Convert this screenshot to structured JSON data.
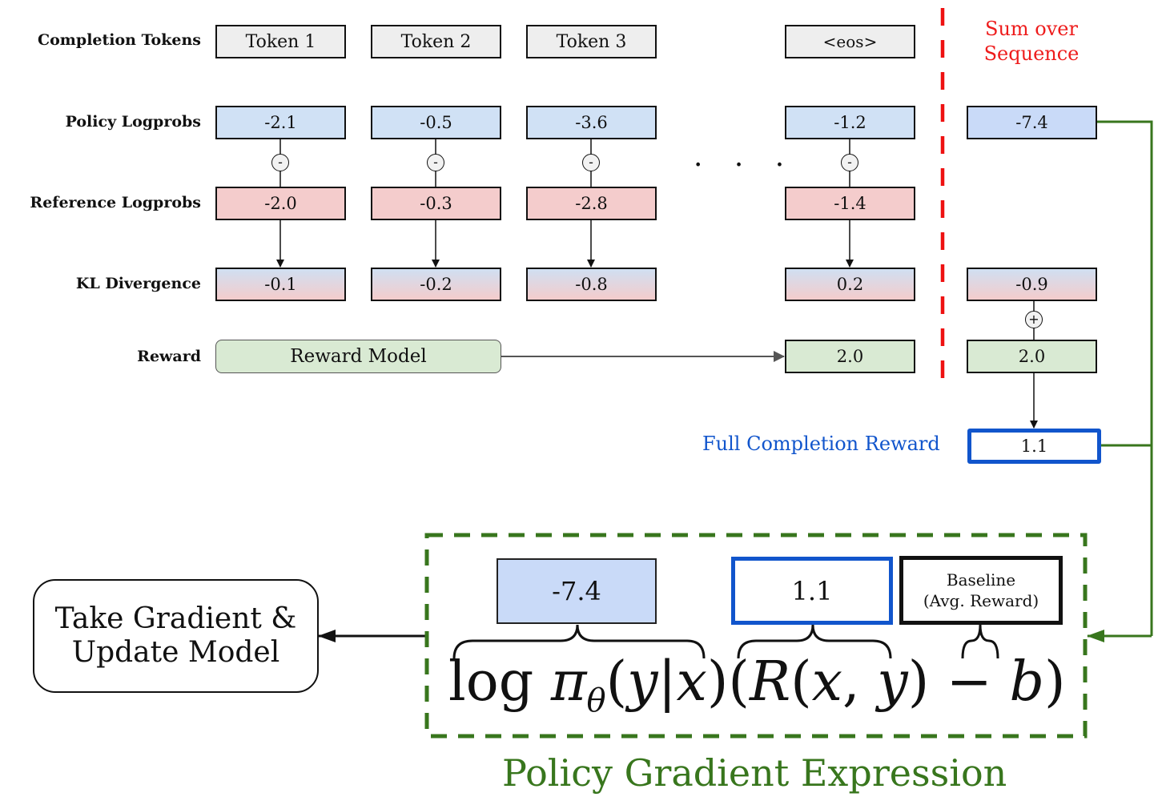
{
  "rows": {
    "completion_tokens": "Completion Tokens",
    "policy_logprobs": "Policy Logprobs",
    "reference_logprobs": "Reference Logprobs",
    "kl_divergence": "KL Divergence",
    "reward": "Reward"
  },
  "tokens": [
    {
      "token": "Token 1",
      "policy": "-2.1",
      "reference": "-2.0",
      "kl": "-0.1"
    },
    {
      "token": "Token 2",
      "policy": "-0.5",
      "reference": "-0.3",
      "kl": "-0.2"
    },
    {
      "token": "Token 3",
      "policy": "-3.6",
      "reference": "-2.8",
      "kl": "-0.8"
    },
    {
      "token": "<eos>",
      "policy": "-1.2",
      "reference": "-1.4",
      "kl": "0.2",
      "reward": "2.0"
    }
  ],
  "ellipsis": "· · ·",
  "operators": {
    "minus": "-",
    "plus": "+"
  },
  "reward_model_label": "Reward Model",
  "sum_over_sequence": {
    "line1": "Sum over",
    "line2": "Sequence"
  },
  "sums": {
    "policy": "-7.4",
    "kl": "-0.9",
    "reward": "2.0"
  },
  "full_completion_reward": {
    "label": "Full Completion Reward",
    "value": "1.1"
  },
  "policy_gradient": {
    "title": "Policy Gradient Expression",
    "logprob_value": "-7.4",
    "reward_value": "1.1",
    "baseline_line1": "Baseline",
    "baseline_line2": "(Avg. Reward)",
    "expression": {
      "log": "log",
      "pi": "π",
      "theta": "θ",
      "lp": "(",
      "y1": "y",
      "bar": "|",
      "x1": "x",
      "rp": ")",
      "lp2": "(",
      "R": "R",
      "lp3": "(",
      "x2": "x",
      "comma": ",",
      "y2": "y",
      "rp3": ")",
      "minus": "−",
      "b": "b",
      "rp2": ")"
    }
  },
  "take_gradient": {
    "line1": "Take Gradient &",
    "line2": "Update Model"
  },
  "colors": {
    "policy": "#d0e1f5",
    "reference": "#f4cccc",
    "reward": "#d9ead3",
    "token": "#eeeeee",
    "sum_divider": "#ee1c1c",
    "full_reward_blue": "#1155cc",
    "gradient_green": "#38761d"
  }
}
